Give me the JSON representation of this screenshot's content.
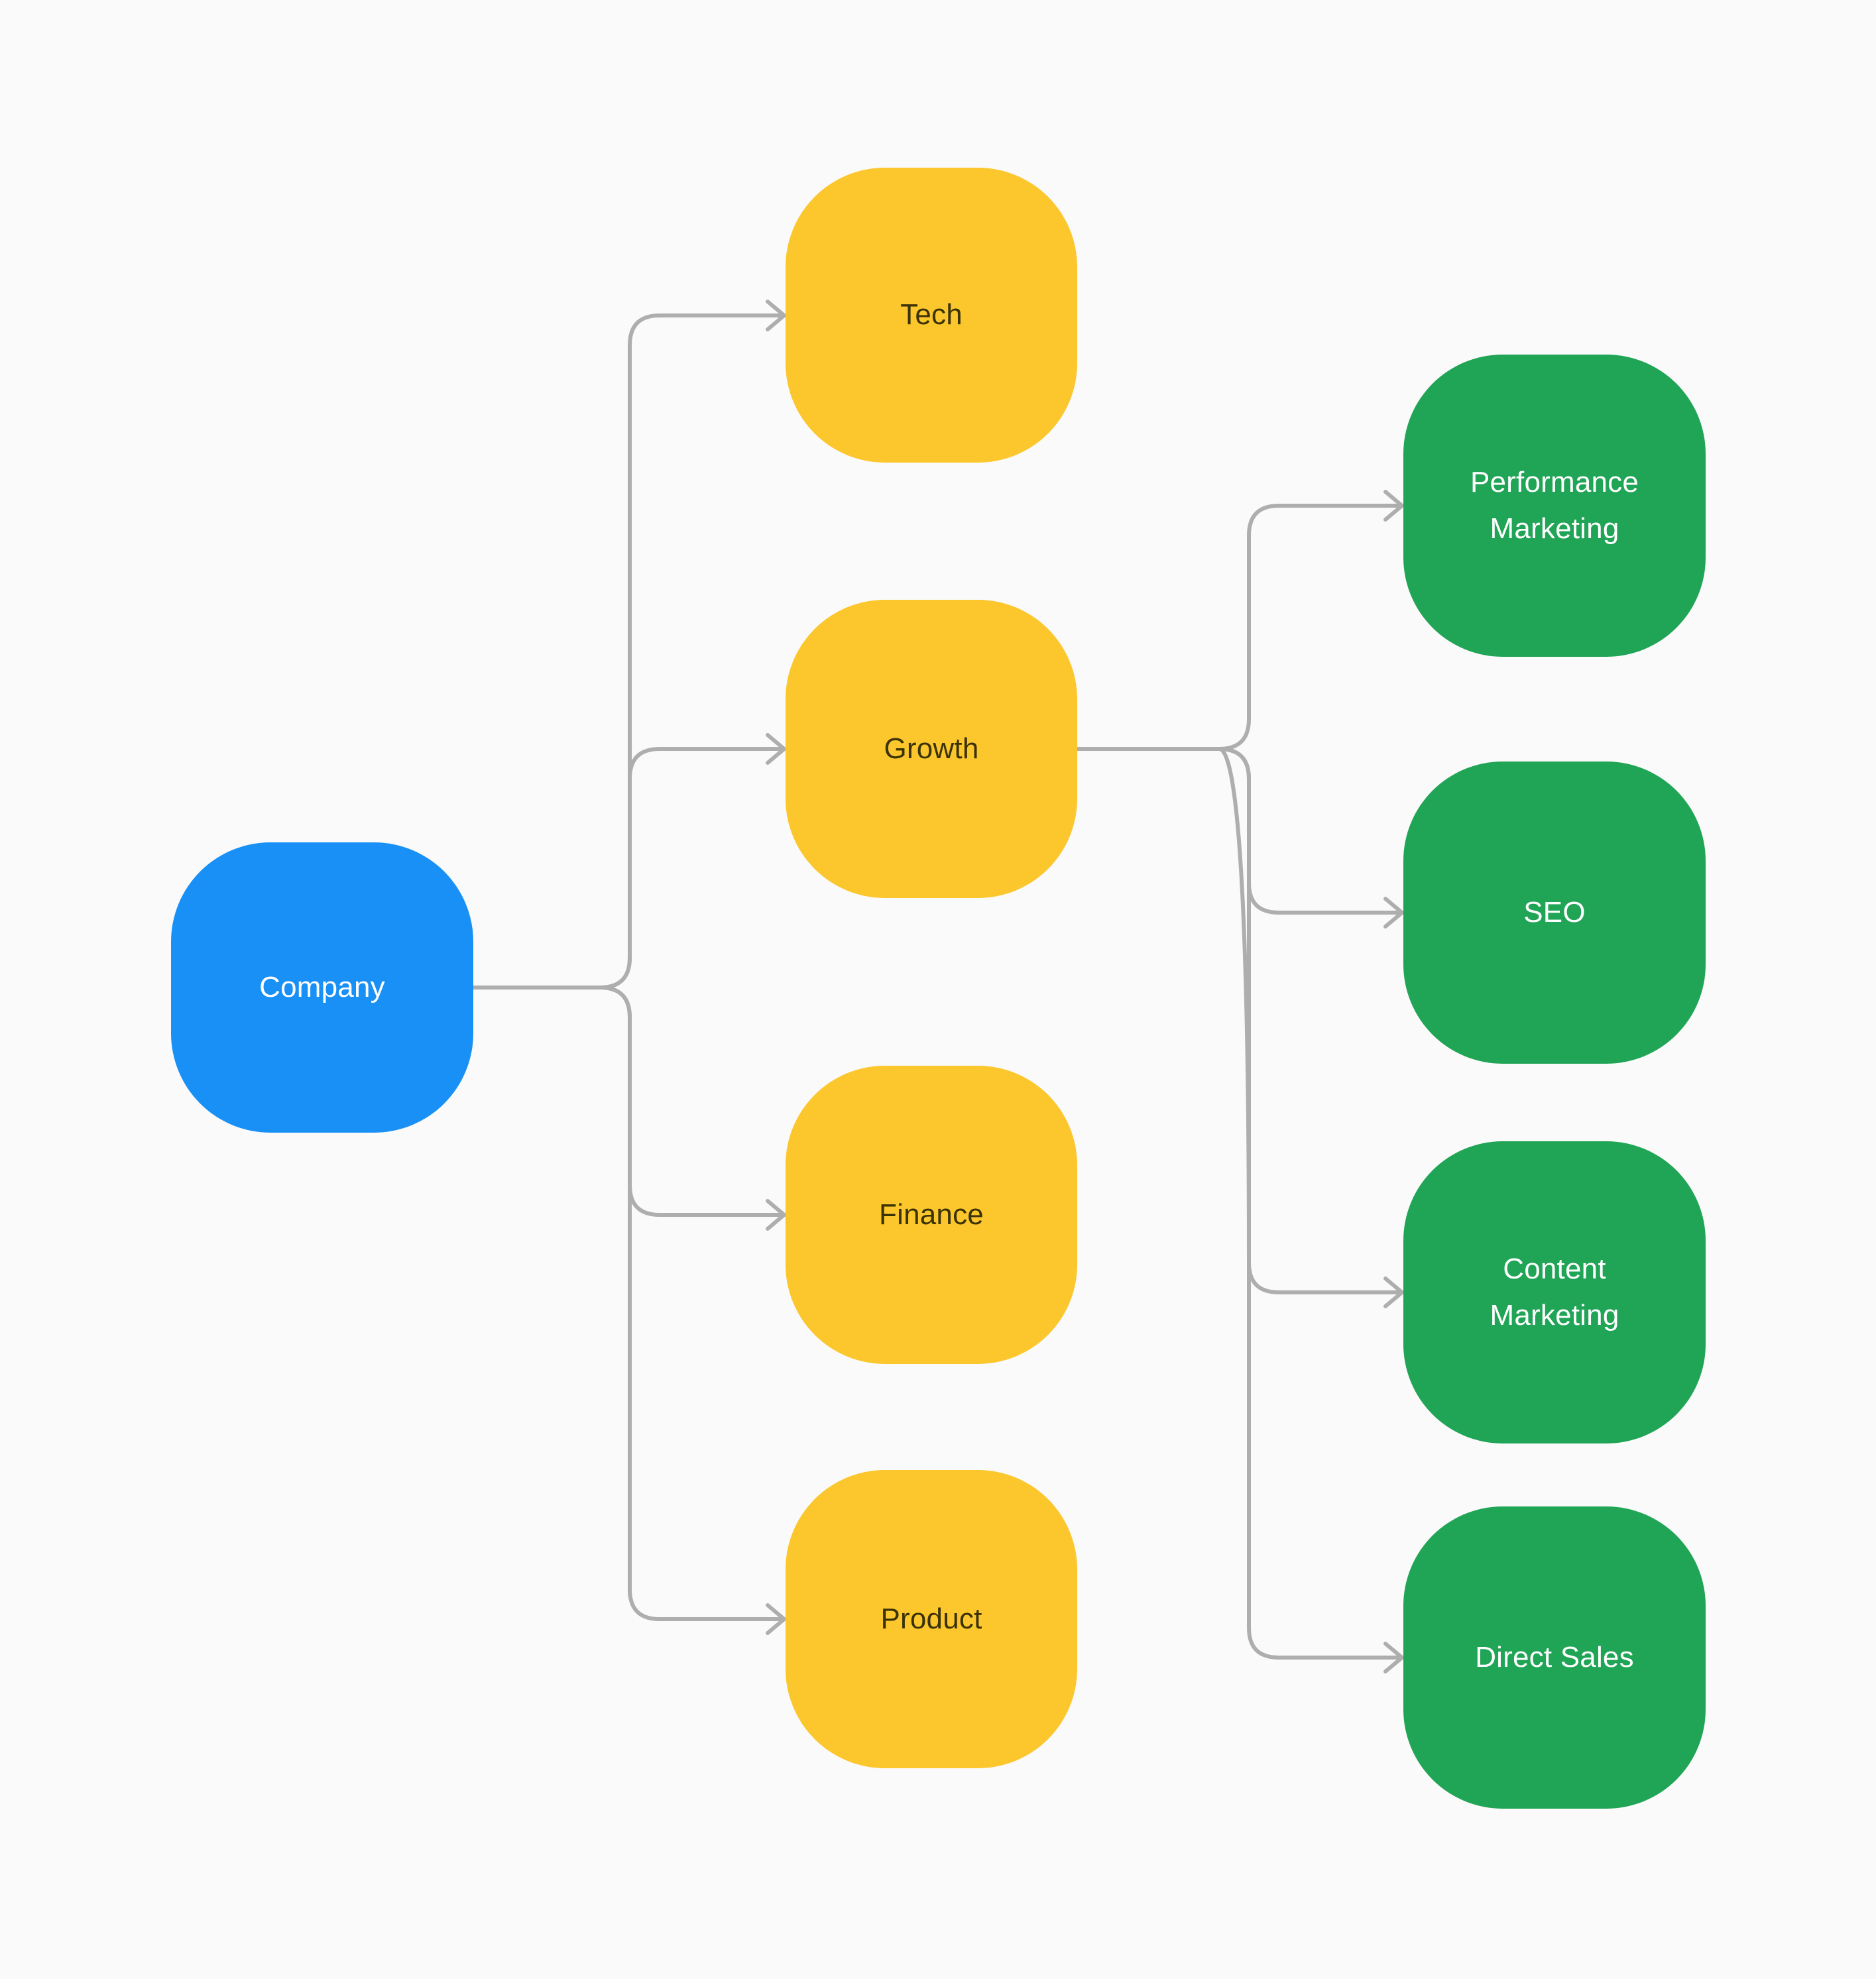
{
  "diagram": {
    "background_color": "#fafafa",
    "edge_color": "#aeaeae",
    "nodes": {
      "company": {
        "label": "Company",
        "color": "#1890f5",
        "text_color": "#ffffff",
        "level": "root"
      },
      "tech": {
        "label": "Tech",
        "color": "#fcc62d",
        "text_color": "#3b3308",
        "level": "branch"
      },
      "growth": {
        "label": "Growth",
        "color": "#fcc62d",
        "text_color": "#3b3308",
        "level": "branch"
      },
      "finance": {
        "label": "Finance",
        "color": "#fcc62d",
        "text_color": "#3b3308",
        "level": "branch"
      },
      "product": {
        "label": "Product",
        "color": "#fcc62d",
        "text_color": "#3b3308",
        "level": "branch"
      },
      "performance_marketing": {
        "label": "Performance Marketing",
        "color": "#20a456",
        "text_color": "#ffffff",
        "level": "leaf"
      },
      "seo": {
        "label": "SEO",
        "color": "#20a456",
        "text_color": "#ffffff",
        "level": "leaf"
      },
      "content_marketing": {
        "label": "Content Marketing",
        "color": "#20a456",
        "text_color": "#ffffff",
        "level": "leaf"
      },
      "direct_sales": {
        "label": "Direct Sales",
        "color": "#20a456",
        "text_color": "#ffffff",
        "level": "leaf"
      }
    },
    "edges": [
      {
        "from": "Company",
        "to": "Tech"
      },
      {
        "from": "Company",
        "to": "Growth"
      },
      {
        "from": "Company",
        "to": "Finance"
      },
      {
        "from": "Company",
        "to": "Product"
      },
      {
        "from": "Growth",
        "to": "Performance Marketing"
      },
      {
        "from": "Growth",
        "to": "SEO"
      },
      {
        "from": "Growth",
        "to": "Content Marketing"
      },
      {
        "from": "Growth",
        "to": "Direct Sales"
      }
    ]
  }
}
